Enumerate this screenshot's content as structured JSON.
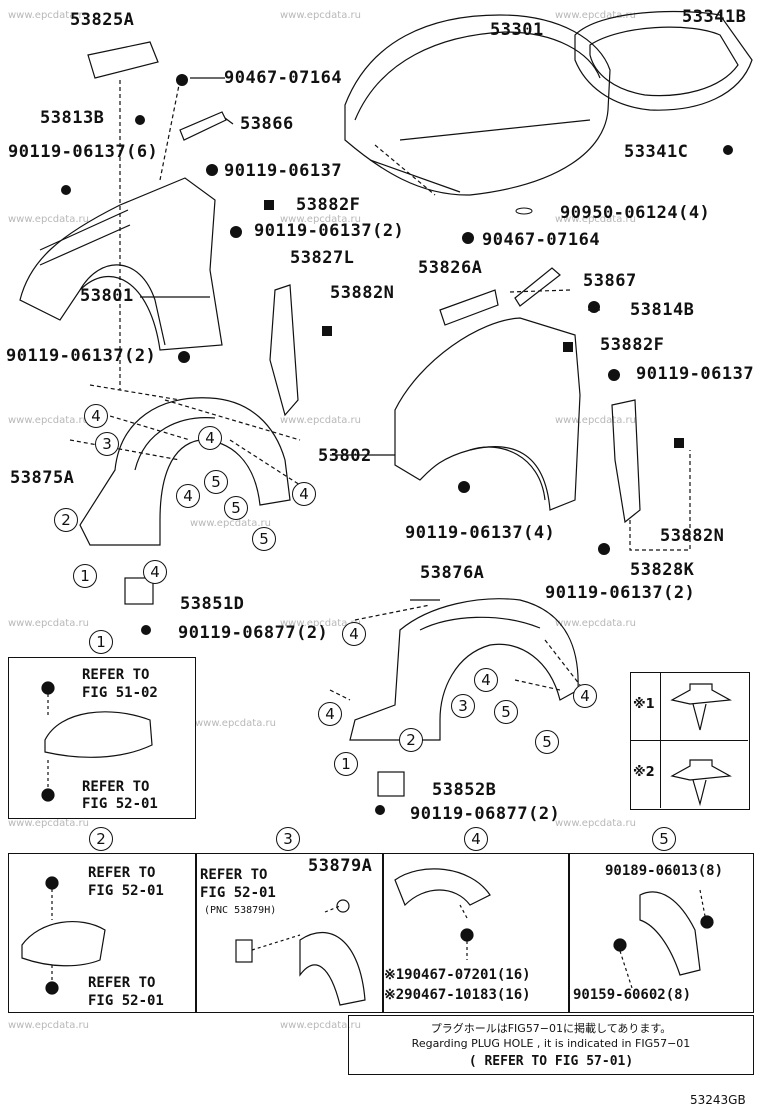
{
  "watermark": "www.epcdata.ru",
  "figure_code": "53243GB",
  "labels": {
    "p53825A": "53825A",
    "p90467_07164_a": "90467-07164",
    "p53813B": "53813B",
    "p53866": "53866",
    "p90119_06137_6": "90119-06137(6)",
    "p90119_06137_a": "90119-06137",
    "p53882F_a": "53882F",
    "p90119_06137_2a": "90119-06137(2)",
    "p53801": "53801",
    "p90119_06137_2b": "90119-06137(2)",
    "p53301": "53301",
    "p53341B": "53341B",
    "p53341C": "53341C",
    "p90950": "90950-06124(4)",
    "p90467_07164_b": "90467-07164",
    "p53827L": "53827L",
    "p53882N_a": "53882N",
    "p53826A": "53826A",
    "p53867": "53867",
    "p53814B": "53814B",
    "p53882F_b": "53882F",
    "p90119_06137_b": "90119-06137",
    "p53802": "53802",
    "p53875A": "53875A",
    "p90119_06137_4": "90119-06137(4)",
    "p53882N_b": "53882N",
    "p53828K": "53828K",
    "p90119_06137_2c": "90119-06137(2)",
    "p53851D": "53851D",
    "p90119_06877_a": "90119-06877(2)",
    "p53876A": "53876A",
    "p53852B": "53852B",
    "p90119_06877_b": "90119-06877(2)"
  },
  "callouts": [
    "1",
    "2",
    "3",
    "4",
    "5"
  ],
  "legend": {
    "mark1": "※1",
    "mark2": "※2"
  },
  "details": {
    "d1": {
      "num": "1",
      "ref_top": [
        "REFER TO",
        "FIG 51-02"
      ],
      "ref_bottom": [
        "REFER TO",
        "FIG 52-01"
      ]
    },
    "d2": {
      "num": "2",
      "ref_top": [
        "REFER TO",
        "FIG 52-01"
      ],
      "ref_bottom": [
        "REFER TO",
        "FIG 52-01"
      ]
    },
    "d3": {
      "num": "3",
      "ref": [
        "REFER TO",
        "FIG 52-01"
      ],
      "pnc": "(PNC 53879H)",
      "part": "53879A"
    },
    "d4": {
      "num": "4",
      "line1": "※190467-07201(16)",
      "line2": "※290467-10183(16)"
    },
    "d5": {
      "num": "5",
      "top": "90189-06013(8)",
      "bottom": "90159-60602(8)"
    }
  },
  "note": {
    "jp": "プラグホールはFIG57−01に掲載してあります。",
    "en": "Regarding PLUG HOLE , it is indicated in FIG57−01",
    "ref": "( REFER TO FIG 57-01)"
  }
}
